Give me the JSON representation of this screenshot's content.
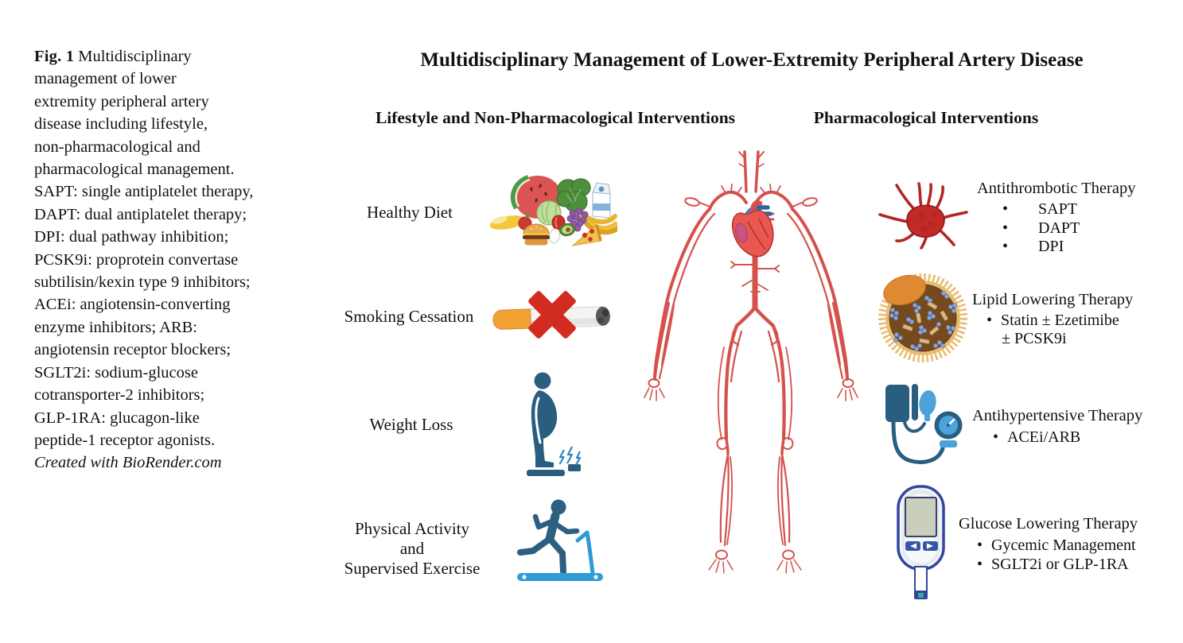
{
  "figure_caption": {
    "fig_label": "Fig. 1",
    "body": " Multidisciplinary\nmanagement of lower\nextremity peripheral artery\ndisease including lifestyle,\nnon-pharmacological and\npharmacological management.\nSAPT: single antiplatelet therapy,\nDAPT: dual antiplatelet therapy;\nDPI: dual pathway inhibition;\nPCSK9i: proprotein convertase\nsubtilisin/kexin type 9 inhibitors;\nACEi: angiotensin-converting\nenzyme inhibitors; ARB:\nangiotensin receptor blockers;\nSGLT2i: sodium-glucose\ncotransporter-2 inhibitors;\nGLP-1RA: glucagon-like\npeptide-1 receptor agonists.",
    "credit": "Created with BioRender.com"
  },
  "diagram": {
    "title": "Multidisciplinary Management of Lower-Extremity Peripheral Artery Disease",
    "center_illustration": "human-arterial-system-with-heart",
    "left_column": {
      "header": "Lifestyle and Non-Pharmacological Interventions",
      "items": [
        {
          "label": "Healthy Diet",
          "icon": "healthy-food-icon"
        },
        {
          "label": "Smoking Cessation",
          "icon": "no-smoking-cigarette-icon"
        },
        {
          "label": "Weight Loss",
          "icon": "weight-scale-person-icon"
        },
        {
          "label": "Physical Activity\nand\nSupervised Exercise",
          "icon": "treadmill-runner-icon"
        }
      ]
    },
    "right_column": {
      "header": "Pharmacological Interventions",
      "items": [
        {
          "title": "Antithrombotic Therapy",
          "icon": "platelet-icon",
          "bullets": [
            "SAPT",
            "DAPT",
            "DPI"
          ]
        },
        {
          "title": "Lipid Lowering Therapy",
          "icon": "lipoprotein-icon",
          "bullets": [
            "Statin ± Ezetimibe"
          ],
          "continuation": "± PCSK9i"
        },
        {
          "title": "Antihypertensive Therapy",
          "icon": "blood-pressure-monitor-icon",
          "bullets": [
            "ACEi/ARB"
          ]
        },
        {
          "title": "Glucose Lowering Therapy",
          "icon": "glucose-meter-icon",
          "bullets": [
            "Gycemic Management",
            "SGLT2i or GLP-1RA"
          ]
        }
      ]
    }
  },
  "colors": {
    "artery_red": "#D5514C",
    "heart_red": "#E85750",
    "heart_blue": "#3E7FC1",
    "icon_dark_blue": "#2B5E7E",
    "icon_light_blue": "#2E9BD6",
    "prohibition_red": "#D22B20",
    "cigarette_orange": "#F2A133",
    "platelet_red": "#C22A28",
    "lipoprotein_brown": "#754A1F",
    "lipoprotein_gold": "#E9BC70",
    "meter_blue": "#31479E",
    "text_black": "#111111"
  }
}
